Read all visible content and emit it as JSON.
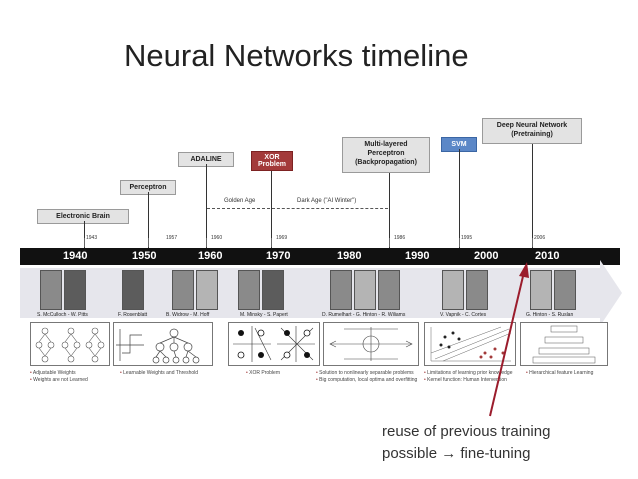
{
  "title": "Neural Networks timeline",
  "boxes": {
    "electronic_brain": "Electronic Brain",
    "perceptron": "Perceptron",
    "adaline": "ADALINE",
    "xor_l1": "XOR",
    "xor_l2": "Problem",
    "multilayer_l1": "Multi-layered",
    "multilayer_l2": "Perceptron",
    "multilayer_l3": "(Backpropagation)",
    "svm": "SVM",
    "dnn_l1": "Deep Neural Network",
    "dnn_l2": "(Pretraining)"
  },
  "eras": {
    "golden": "Golden Age",
    "dark": "Dark Age (\"AI Winter\")"
  },
  "years": [
    "1943",
    "1957",
    "1960",
    "1969",
    "1986",
    "1995",
    "2006"
  ],
  "decades": [
    "1940",
    "1950",
    "1960",
    "1970",
    "1980",
    "1990",
    "2000",
    "2010"
  ],
  "people": [
    "S. McCulloch - W. Pitts",
    "F. Rosenblatt",
    "B. Widrow - M. Hoff",
    "M. Minsky - S. Papert",
    "D. Rumelhart - G. Hinton - R. Wiliams",
    "V. Vapnik - C. Cortes",
    "G. Hinton - S. Ruslan"
  ],
  "notes": [
    [
      "Adjustable Weights",
      "Weights are not Learned"
    ],
    [
      "Learnable Weights and Threshold"
    ],
    [
      "XOR Problem"
    ],
    [
      "Solution to nonlinearly separable problems",
      "Big computation, local optima and overfitting"
    ],
    [
      "Limitations of learning prior knowledge",
      "Kernel function: Human Intervention"
    ],
    [
      "Hierarchical feature Learning"
    ]
  ],
  "caption": {
    "line1": "reuse of previous training",
    "line2": "possible → fine-tuning"
  },
  "colors": {
    "accent_red": "#a33a3a",
    "svm_blue": "#5b87c7",
    "timeline_band": "#111111"
  }
}
